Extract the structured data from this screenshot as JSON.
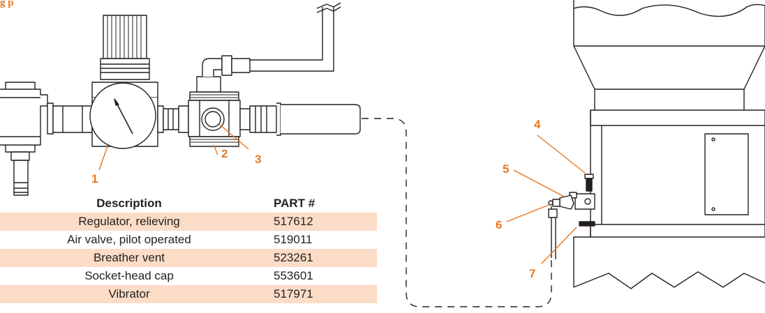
{
  "figure": {
    "title": "g                  p"
  },
  "callouts": {
    "c1": "1",
    "c2": "2",
    "c3": "3",
    "c4": "4",
    "c5": "5",
    "c6": "6",
    "c7": "7"
  },
  "table": {
    "headers": {
      "description": "Description",
      "part": "PART #"
    },
    "rows": [
      {
        "description": "Regulator, relieving",
        "part": "517612",
        "shaded": true
      },
      {
        "description": "Air valve, pilot operated",
        "part": "519011",
        "shaded": false
      },
      {
        "description": "Breather vent",
        "part": "523261",
        "shaded": true
      },
      {
        "description": "Socket-head cap",
        "part": "553601",
        "shaded": false
      },
      {
        "description": "Vibrator",
        "part": "517971",
        "shaded": true
      }
    ]
  },
  "colors": {
    "accent": "#e87722",
    "row_shade": "#fbdcc6",
    "line": "#231f20"
  }
}
